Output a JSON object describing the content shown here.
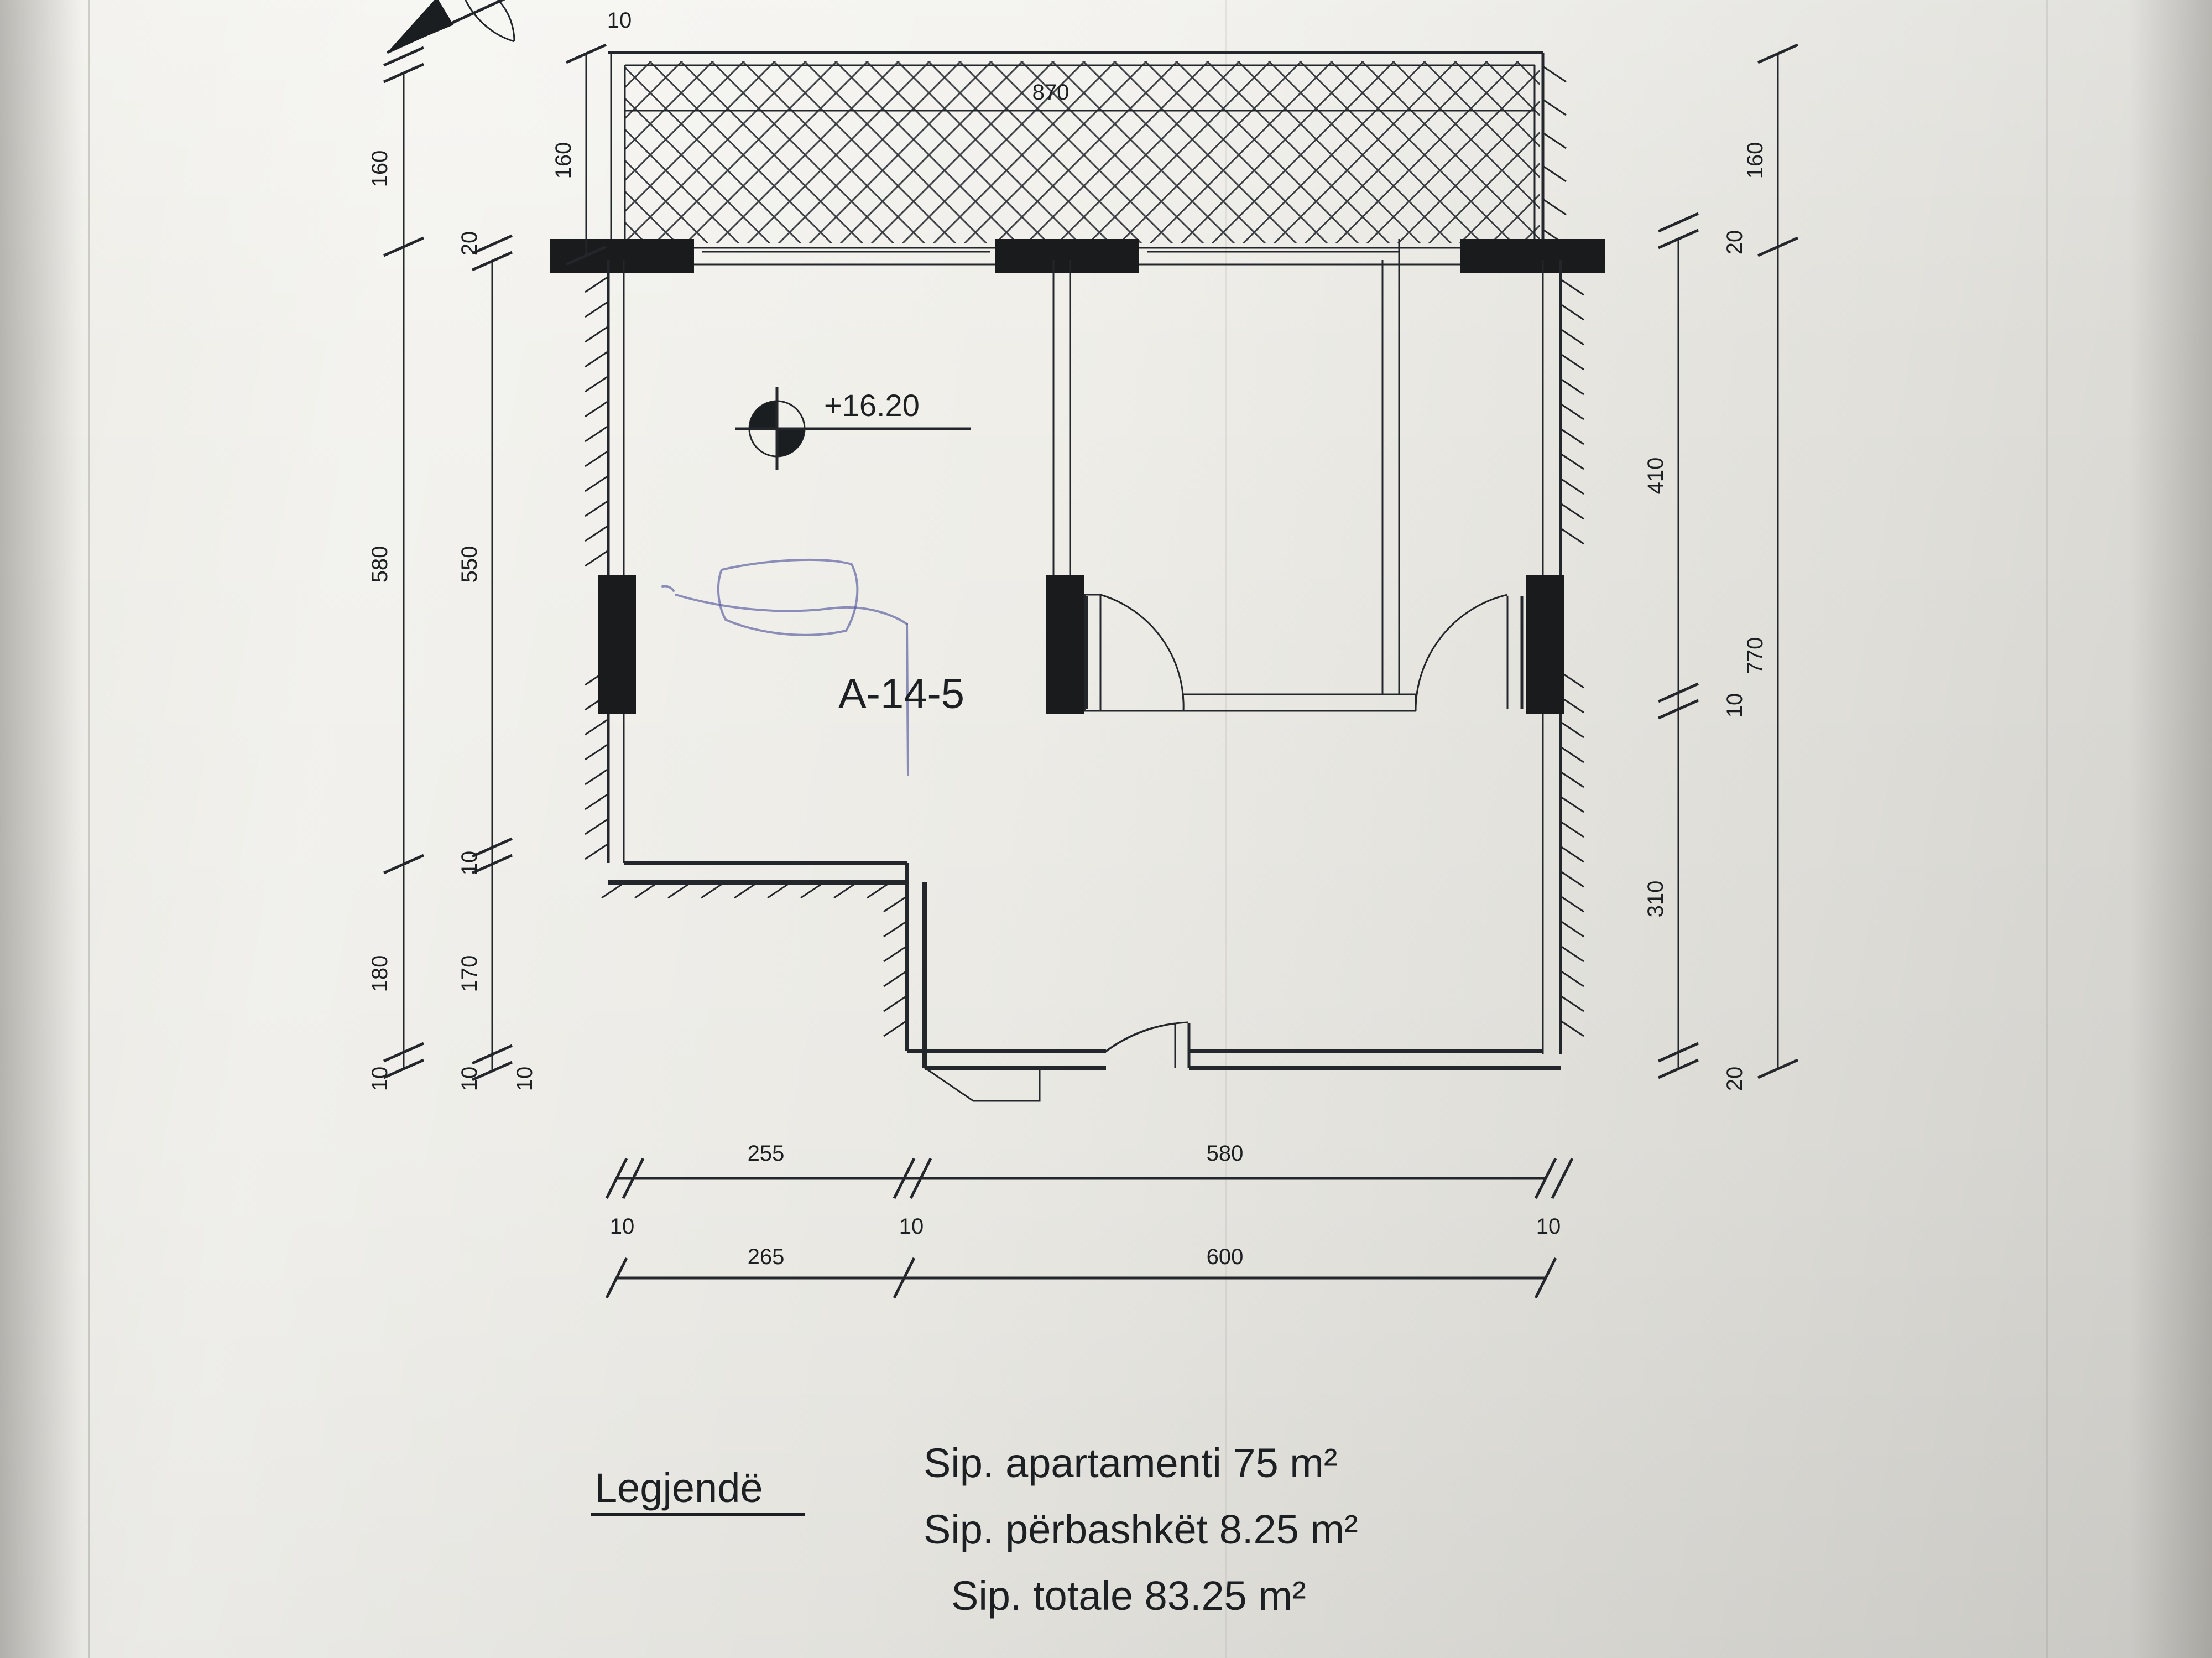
{
  "drawing": {
    "type": "architectural-floor-plan",
    "apartment_label": "A-14-5",
    "elevation_marker": "+16.20",
    "north_arrow": "north-arrow"
  },
  "legend": {
    "title": "Legjendë",
    "lines": [
      "Sip. apartamenti 75 m²",
      "Sip. përbashkët 8.25 m²",
      "Sip. totale 83.25 m²"
    ]
  },
  "dimensions": {
    "top": {
      "balcony_width": "870",
      "corner_note": "10"
    },
    "left_outer_chain": [
      "160",
      "580",
      "180",
      "10"
    ],
    "left_inner_chain": [
      "20",
      "550",
      "10",
      "170",
      "10"
    ],
    "left_extra_note": "10",
    "right_inner_chain": [
      "410",
      "10",
      "310",
      "20"
    ],
    "right_outer_chain": [
      "160",
      "770"
    ],
    "right_top_note": "20",
    "bottom_upper_chain": [
      "255",
      "580"
    ],
    "bottom_lower_chain": [
      "265",
      "600"
    ],
    "bottom_wall_notes": [
      "10",
      "10",
      "10"
    ]
  },
  "colors": {
    "ink": "#23262a",
    "solid_wall": "#191b1d",
    "paper": "#edece6",
    "pen_annotation": "#54589e"
  }
}
